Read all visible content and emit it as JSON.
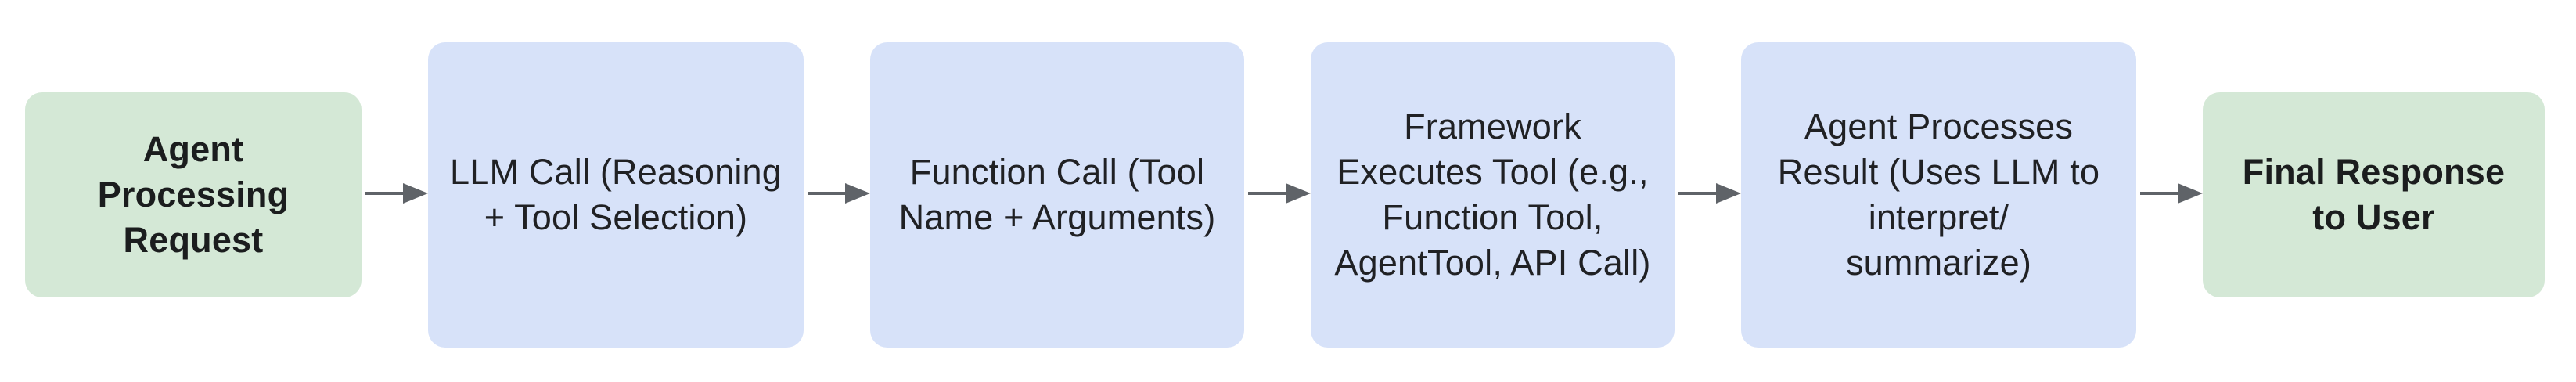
{
  "diagram": {
    "type": "flowchart",
    "direction": "left-to-right",
    "colors": {
      "terminal_fill": "#d4e8d6",
      "process_fill": "#d7e2f9",
      "arrow": "#5f6368",
      "text": "#202124",
      "background": "#ffffff"
    },
    "nodes": [
      {
        "id": "agent-processing-request",
        "kind": "terminal",
        "label": "Agent\nProcessing\nRequest"
      },
      {
        "id": "llm-call",
        "kind": "process",
        "label": "LLM Call (Reasoning\n+ Tool Selection)"
      },
      {
        "id": "function-call",
        "kind": "process",
        "label": "Function Call (Tool\nName + Arguments)"
      },
      {
        "id": "framework-executes-tool",
        "kind": "process",
        "label": "Framework\nExecutes Tool (e.g.,\nFunction Tool,\nAgentTool, API Call)"
      },
      {
        "id": "agent-processes-result",
        "kind": "process",
        "label": "Agent Processes\nResult (Uses LLM to\ninterpret/\nsummarize)"
      },
      {
        "id": "final-response-to-user",
        "kind": "terminal",
        "label": "Final Response\nto User"
      }
    ],
    "connectors": {
      "count": 5,
      "style": "solid-line-filled-triangle-head"
    }
  }
}
